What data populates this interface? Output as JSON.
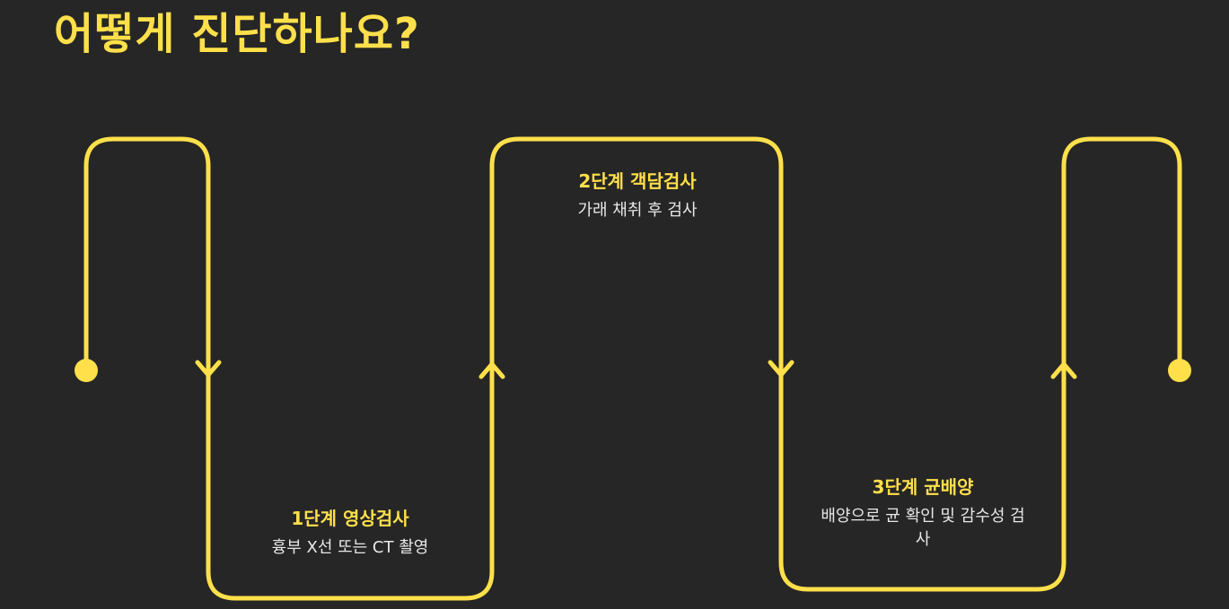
{
  "title": "어떻게 진단하나요?",
  "accent_color": "#ffe04a",
  "background_color": "#262626",
  "steps": [
    {
      "title": "1단계 영상검사",
      "description": "흉부 X선 또는 CT 촬영"
    },
    {
      "title": "2단계 객담검사",
      "description": "가래 채취 후 검사"
    },
    {
      "title": "3단계 균배양",
      "description": "배양으로 균 확인 및 감수성 검사"
    }
  ]
}
